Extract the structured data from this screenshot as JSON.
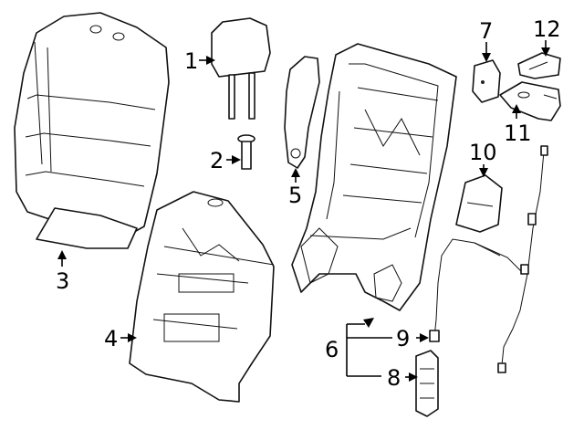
{
  "diagram": {
    "colors": {
      "line": "#111111",
      "background": "#ffffff"
    },
    "callouts": [
      {
        "id": "1",
        "label": "1"
      },
      {
        "id": "2",
        "label": "2"
      },
      {
        "id": "3",
        "label": "3"
      },
      {
        "id": "4",
        "label": "4"
      },
      {
        "id": "5",
        "label": "5"
      },
      {
        "id": "6",
        "label": "6"
      },
      {
        "id": "7",
        "label": "7"
      },
      {
        "id": "8",
        "label": "8"
      },
      {
        "id": "9",
        "label": "9"
      },
      {
        "id": "10",
        "label": "10"
      },
      {
        "id": "11",
        "label": "11"
      },
      {
        "id": "12",
        "label": "12"
      }
    ]
  }
}
